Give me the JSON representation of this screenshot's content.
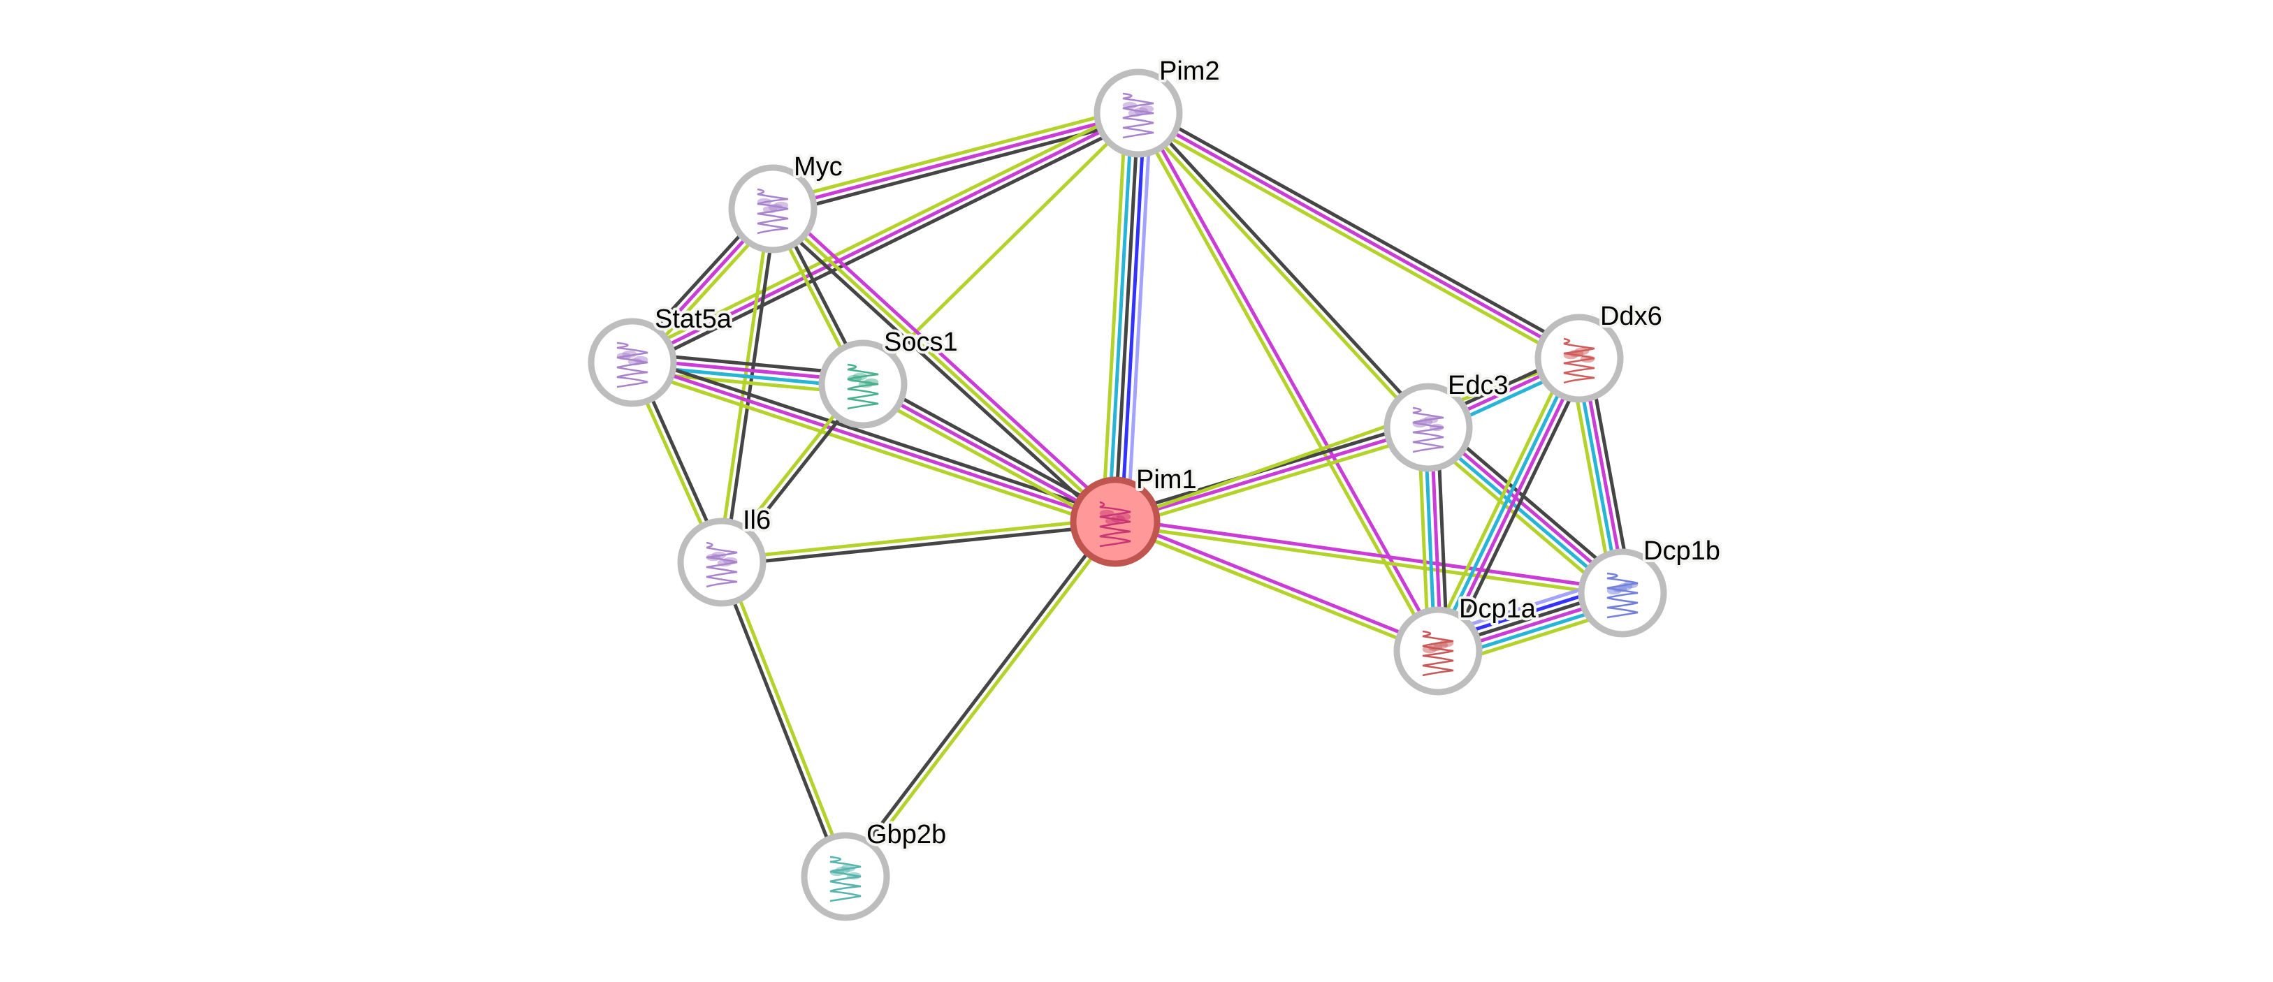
{
  "colors": {
    "black": "#454545",
    "magenta": "#c93cd6",
    "green": "#b4d22c",
    "cyan": "#28b4d6",
    "blue": "#3333ff",
    "lightblue": "#a3a3ff",
    "node_ring": "#bdbdbd",
    "query_fill": "#ff9999",
    "query_ring": "#c0544f"
  },
  "nodes": [
    {
      "id": "Pim1",
      "label": "Pim1",
      "query": true,
      "structure_color": "#c0246e"
    },
    {
      "id": "Pim2",
      "label": "Pim2",
      "structure_color": "#9b6fc4"
    },
    {
      "id": "Myc",
      "label": "Myc",
      "structure_color": "#9b6fc4"
    },
    {
      "id": "Stat5a",
      "label": "Stat5a",
      "structure_color": "#9b6fc4"
    },
    {
      "id": "Socs1",
      "label": "Socs1",
      "structure_color": "#2aa37a"
    },
    {
      "id": "Il6",
      "label": "Il6",
      "structure_color": "#9b6fc4"
    },
    {
      "id": "Gbp2b",
      "label": "Gbp2b",
      "structure_color": "#3aa7a0"
    },
    {
      "id": "Edc3",
      "label": "Edc3",
      "structure_color": "#9b6fc4"
    },
    {
      "id": "Ddx6",
      "label": "Ddx6",
      "structure_color": "#c84040"
    },
    {
      "id": "Dcp1b",
      "label": "Dcp1b",
      "structure_color": "#5a6ad8"
    },
    {
      "id": "Dcp1a",
      "label": "Dcp1a",
      "structure_color": "#c03a3a"
    }
  ],
  "edges": [
    {
      "a": "Pim2",
      "b": "Myc",
      "types": [
        "black",
        "magenta",
        "green"
      ]
    },
    {
      "a": "Pim2",
      "b": "Stat5a",
      "types": [
        "black",
        "magenta",
        "green"
      ]
    },
    {
      "a": "Pim2",
      "b": "Socs1",
      "types": [
        "green"
      ]
    },
    {
      "a": "Pim2",
      "b": "Pim1",
      "types": [
        "lightblue",
        "blue",
        "black",
        "cyan",
        "green"
      ]
    },
    {
      "a": "Pim2",
      "b": "Edc3",
      "types": [
        "black",
        "green"
      ]
    },
    {
      "a": "Pim2",
      "b": "Dcp1a",
      "types": [
        "magenta",
        "green"
      ]
    },
    {
      "a": "Pim2",
      "b": "Ddx6",
      "types": [
        "black",
        "magenta",
        "green"
      ]
    },
    {
      "a": "Myc",
      "b": "Stat5a",
      "types": [
        "green",
        "magenta",
        "black"
      ]
    },
    {
      "a": "Myc",
      "b": "Socs1",
      "types": [
        "black",
        "green"
      ]
    },
    {
      "a": "Myc",
      "b": "Il6",
      "types": [
        "black",
        "green"
      ]
    },
    {
      "a": "Myc",
      "b": "Pim1",
      "types": [
        "magenta",
        "green",
        "black"
      ]
    },
    {
      "a": "Stat5a",
      "b": "Socs1",
      "types": [
        "black",
        "magenta",
        "cyan",
        "green"
      ]
    },
    {
      "a": "Stat5a",
      "b": "Pim1",
      "types": [
        "black",
        "magenta",
        "green"
      ]
    },
    {
      "a": "Stat5a",
      "b": "Il6",
      "types": [
        "black",
        "green"
      ]
    },
    {
      "a": "Socs1",
      "b": "Pim1",
      "types": [
        "black",
        "magenta",
        "green"
      ]
    },
    {
      "a": "Socs1",
      "b": "Il6",
      "types": [
        "black",
        "green"
      ]
    },
    {
      "a": "Il6",
      "b": "Pim1",
      "types": [
        "green",
        "black"
      ]
    },
    {
      "a": "Il6",
      "b": "Gbp2b",
      "types": [
        "green",
        "black"
      ]
    },
    {
      "a": "Pim1",
      "b": "Gbp2b",
      "types": [
        "green",
        "black"
      ]
    },
    {
      "a": "Pim1",
      "b": "Edc3",
      "types": [
        "black",
        "magenta",
        "green"
      ]
    },
    {
      "a": "Pim1",
      "b": "Ddx6",
      "types": [
        "green"
      ]
    },
    {
      "a": "Pim1",
      "b": "Dcp1b",
      "types": [
        "magenta",
        "green"
      ]
    },
    {
      "a": "Pim1",
      "b": "Dcp1a",
      "types": [
        "magenta",
        "green"
      ]
    },
    {
      "a": "Edc3",
      "b": "Ddx6",
      "types": [
        "black",
        "magenta",
        "cyan"
      ]
    },
    {
      "a": "Edc3",
      "b": "Dcp1a",
      "types": [
        "black",
        "magenta",
        "cyan",
        "green"
      ]
    },
    {
      "a": "Edc3",
      "b": "Dcp1b",
      "types": [
        "black",
        "magenta",
        "cyan",
        "green"
      ]
    },
    {
      "a": "Ddx6",
      "b": "Dcp1a",
      "types": [
        "black",
        "magenta",
        "cyan",
        "green"
      ]
    },
    {
      "a": "Ddx6",
      "b": "Dcp1b",
      "types": [
        "black",
        "magenta",
        "cyan",
        "green"
      ]
    },
    {
      "a": "Dcp1a",
      "b": "Dcp1b",
      "types": [
        "lightblue",
        "blue",
        "black",
        "magenta",
        "cyan",
        "green"
      ]
    }
  ]
}
